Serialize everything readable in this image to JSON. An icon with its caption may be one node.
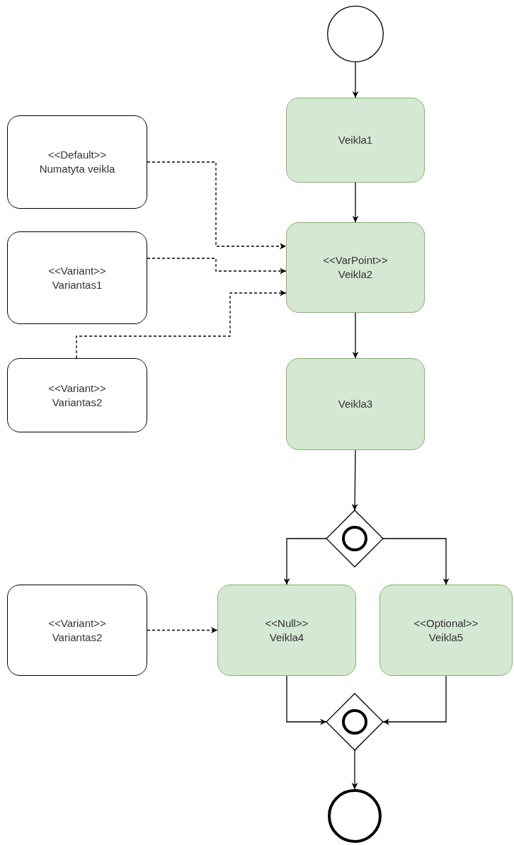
{
  "diagram": {
    "nodes": [
      {
        "text": [],
        "shape": "circle"
      },
      {
        "text": [
          "Veikla1"
        ]
      },
      {
        "text": [
          "<<Default>>",
          "Numatyta veikla"
        ]
      },
      {
        "text": [
          "<<Variant>>",
          "Variantas1"
        ]
      },
      {
        "text": [
          "<<VarPoint>>",
          "Veikla2"
        ]
      },
      {
        "text": [
          "<<Variant>>",
          "Variantas2"
        ]
      },
      {
        "text": [
          "Veikla3"
        ]
      },
      {
        "text": [],
        "shape": "diamond"
      },
      {
        "text": [
          "<<Variant>>",
          "Variantas2"
        ]
      },
      {
        "text": [
          "<<Null>>",
          "Veikla4"
        ]
      },
      {
        "text": [
          "<<Optional>>",
          "Veikla5"
        ]
      },
      {
        "text": [],
        "shape": "diamond"
      },
      {
        "text": [],
        "shape": "circle"
      }
    ],
    "edges": [
      {
        "from": 0,
        "to": 1,
        "arrow": "to"
      },
      {
        "from": 1,
        "to": 4,
        "arrow": "to"
      },
      {
        "from": 4,
        "to": 6,
        "arrow": "to"
      },
      {
        "from": 6,
        "to": 7,
        "arrow": "to"
      },
      {
        "from": 7,
        "to": 9,
        "arrow": "to"
      },
      {
        "from": 7,
        "to": 10,
        "arrow": "to"
      },
      {
        "from": 9,
        "to": 11,
        "arrow": "to"
      },
      {
        "from": 10,
        "to": 11,
        "arrow": "to"
      },
      {
        "from": 11,
        "to": 12,
        "arrow": "to"
      },
      {
        "from": 2,
        "to": 4,
        "arrow": "to",
        "style": "dashed"
      },
      {
        "from": 3,
        "to": 4,
        "arrow": "to",
        "style": "dashed"
      },
      {
        "from": 5,
        "to": 4,
        "arrow": "to",
        "style": "dashed"
      },
      {
        "from": 8,
        "to": 9,
        "arrow": "to",
        "style": "dashed"
      }
    ]
  }
}
